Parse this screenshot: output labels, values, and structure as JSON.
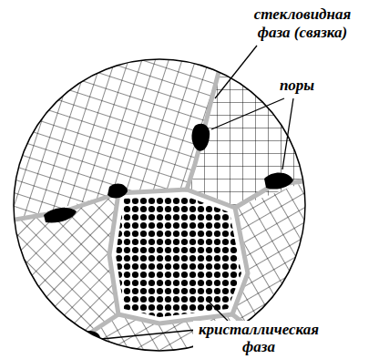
{
  "diagram": {
    "labels": [
      "стекловидная фаза (связка)",
      "поры",
      "кристаллическая фаза"
    ]
  }
}
